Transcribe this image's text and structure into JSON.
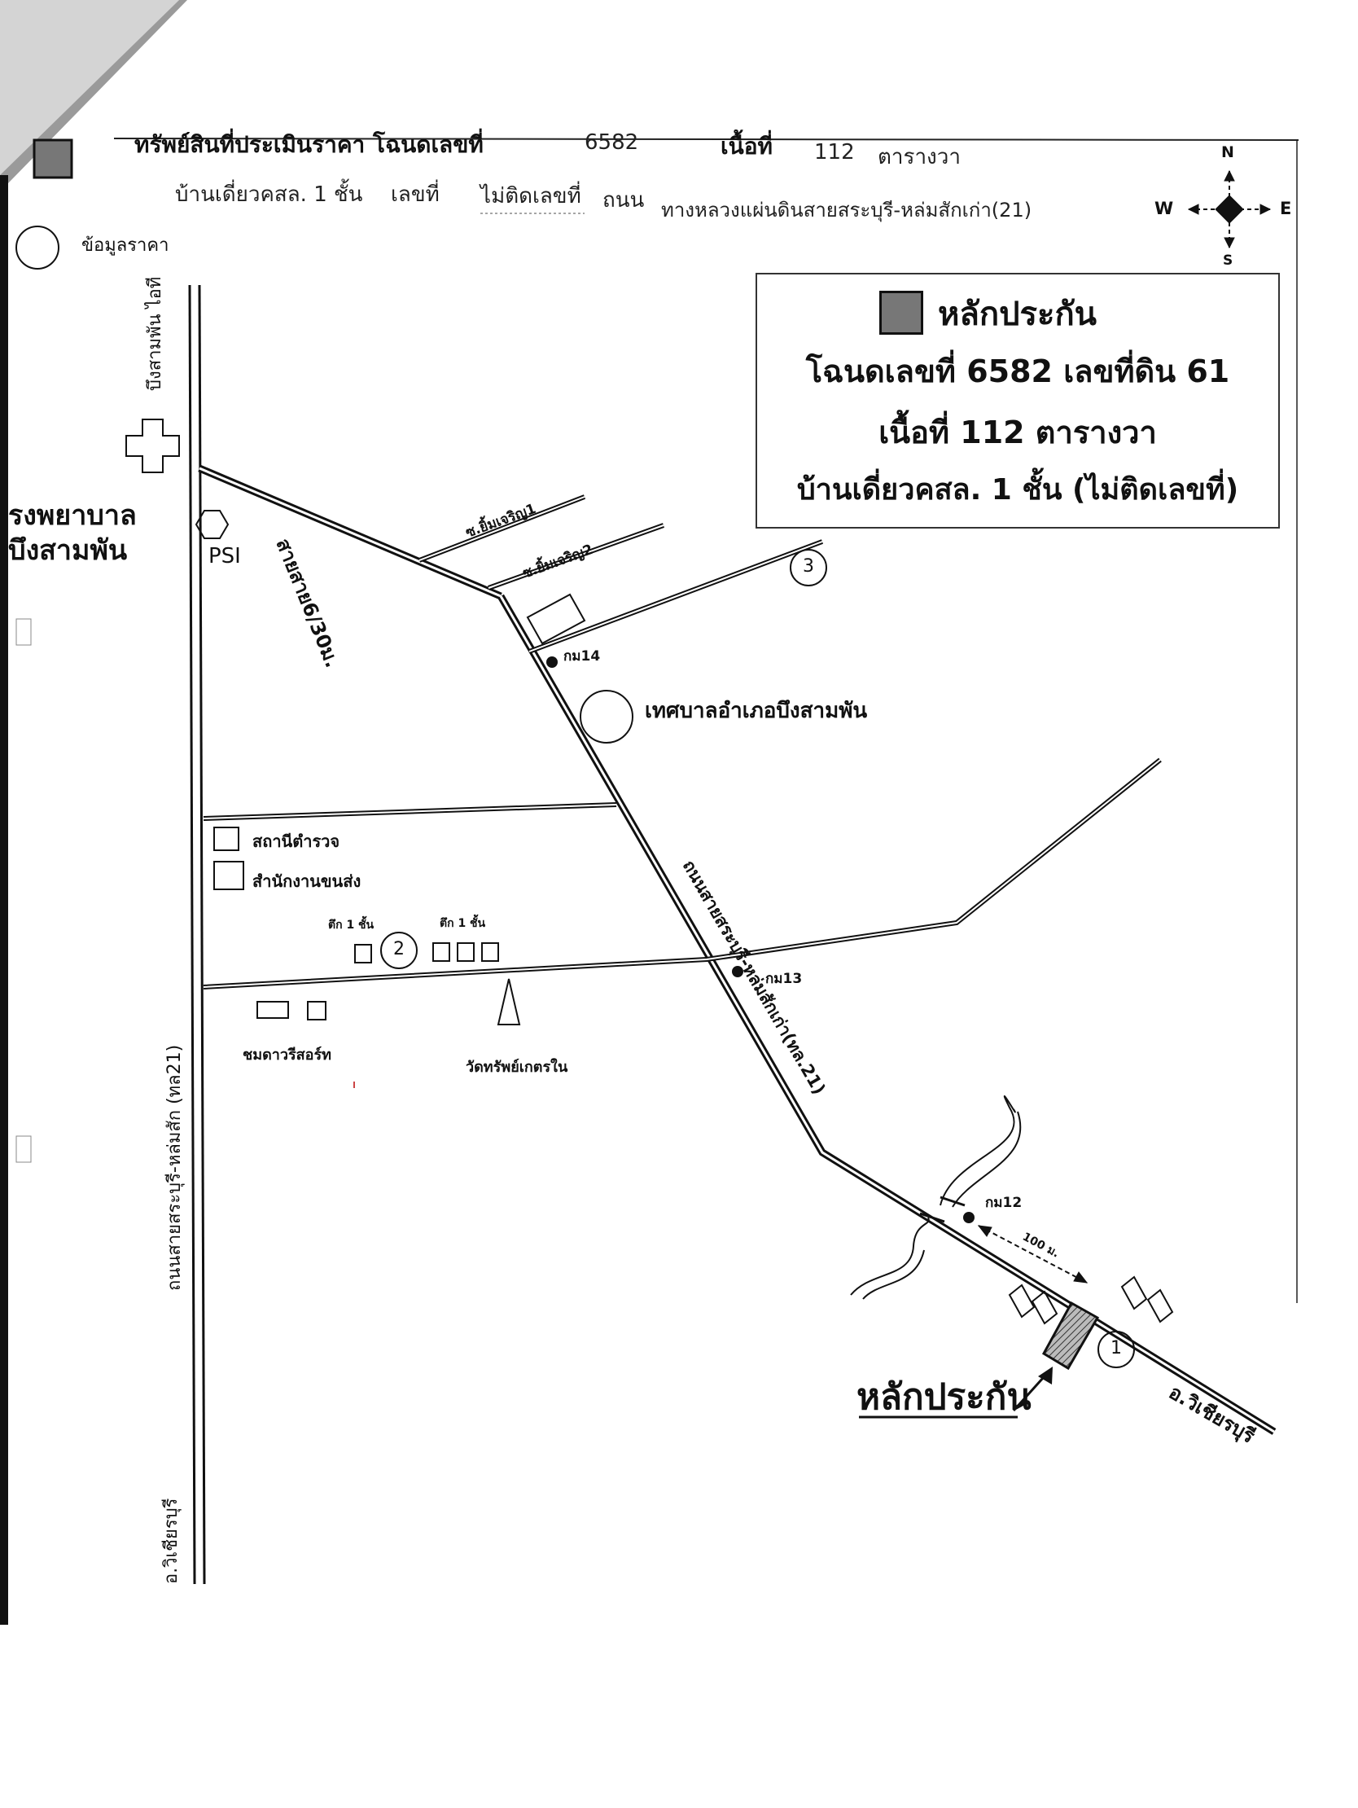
{
  "header": {
    "title": "ทรัพย์สินที่ประเมินราคา โฉนดเลขที่",
    "deed_no": "6582",
    "area_label": "เนื้อที่",
    "area_value": "112",
    "area_unit": "ตารางวา",
    "line2_building": "บ้านเดี่ยวคสล. 1 ชั้น",
    "line2_no_label": "เลขที่",
    "line2_no_value": "ไม่ติดเลขที่",
    "line2_road_label": "ถนน",
    "line2_road_value": "ทางหลวงแผ่นดินสายสระบุรี-หล่มสักเก่า(21)",
    "price_data_label": "ข้อมูลราคา"
  },
  "compass": {
    "n": "N",
    "s": "S",
    "w": "W",
    "e": "E"
  },
  "legend": {
    "title": "หลักประกัน",
    "line1": "โฉนดเลขที่ 6582 เลขที่ดิน 61",
    "line2": "เนื้อที่ 112  ตารางวา",
    "line3": "บ้านเดี่ยวคสล. 1 ชั้น (ไม่ติดเลขที่)"
  },
  "places": {
    "hospital_1": "รงพยาบาล",
    "hospital_2": "บึงสามพัน",
    "psi": "PSI",
    "municipality": "เทศบาลอำเภอบึงสามพัน",
    "police": "สถานีตำรวจ",
    "transport": "สำนักงานขนส่ง",
    "building_a": "ตึก 1 ชั้น",
    "building_b": "ตึก 1 ชั้น",
    "resort": "ชมดาวรีสอร์ท",
    "temple": "วัดทรัพย์เกตรใน",
    "collateral_pointer": "หลักประกัน",
    "km14": "กม14",
    "km13": "กม13",
    "km12": "กม12",
    "distance": "100 ม."
  },
  "roads": {
    "left_top": "บึงสามพัน ไอที",
    "left_mid": "ถนนสายสระบุรี-หล่มสัก (ทล21)",
    "left_bottom": "อ.วิเชียรบุรี",
    "diag_road": "สายสาย6/30ม.",
    "soi1": "ซ.ยิ้มเจริญ1",
    "soi2": "ซ.ยิ้มเจริญ2",
    "main_diag": "ถนนสายสระบุรี-หล่มสักเก่า(ทล.21)",
    "to_wichian": "อ.วิเชียรบุรี"
  },
  "markers": {
    "m1": "1",
    "m2": "2",
    "m3": "3"
  }
}
